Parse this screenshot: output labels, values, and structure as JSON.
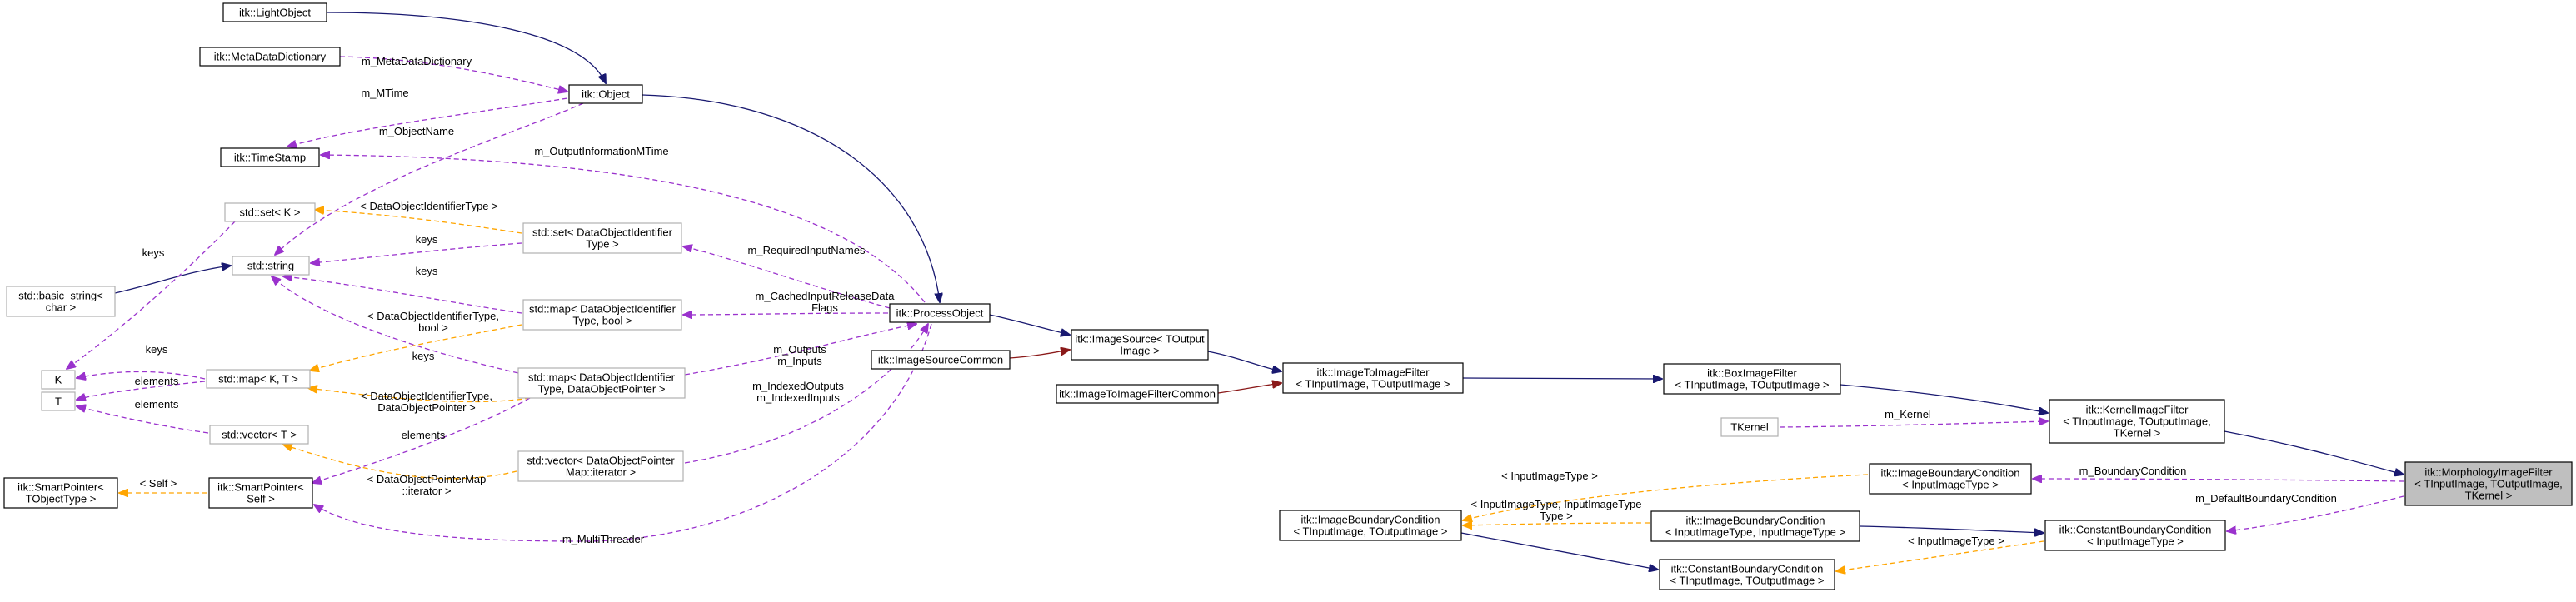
{
  "colors": {
    "inherit": "#191970",
    "private": "#8b1a1a",
    "usage": "#9a32cd",
    "template": "#ffa500",
    "focus_fill": "#bfbfbf",
    "template_border": "#b0b0b0"
  },
  "nodes": [
    {
      "id": "lightobject",
      "lines": [
        "itk::LightObject"
      ]
    },
    {
      "id": "metadatadictionary",
      "lines": [
        "itk::MetaDataDictionary"
      ]
    },
    {
      "id": "object",
      "lines": [
        "itk::Object"
      ]
    },
    {
      "id": "timestamp",
      "lines": [
        "itk::TimeStamp"
      ]
    },
    {
      "id": "stdsetK",
      "lines": [
        "std::set< K >"
      ]
    },
    {
      "id": "stdsetDOIT",
      "lines": [
        "std::set< DataObjectIdentifier",
        "Type >"
      ]
    },
    {
      "id": "basicstring",
      "lines": [
        "std::basic_string<",
        "char >"
      ]
    },
    {
      "id": "stdstring",
      "lines": [
        "std::string"
      ]
    },
    {
      "id": "stdmapbool",
      "lines": [
        "std::map< DataObjectIdentifier",
        "Type, bool >"
      ]
    },
    {
      "id": "processobject",
      "lines": [
        "itk::ProcessObject"
      ]
    },
    {
      "id": "imagesource",
      "lines": [
        "itk::ImageSource< TOutput",
        "Image >"
      ]
    },
    {
      "id": "imagesourcecommon",
      "lines": [
        "itk::ImageSourceCommon"
      ]
    },
    {
      "id": "K",
      "lines": [
        "K"
      ]
    },
    {
      "id": "stdmapKT",
      "lines": [
        "std::map< K, T >"
      ]
    },
    {
      "id": "stdmapDOP",
      "lines": [
        "std::map< DataObjectIdentifier",
        "Type, DataObjectPointer >"
      ]
    },
    {
      "id": "T",
      "lines": [
        "T"
      ]
    },
    {
      "id": "stdvectorT",
      "lines": [
        "std::vector< T >"
      ]
    },
    {
      "id": "stdvectorDOPM",
      "lines": [
        "std::vector< DataObjectPointer",
        "Map::iterator >"
      ]
    },
    {
      "id": "smartpointerTObj",
      "lines": [
        "itk::SmartPointer<",
        "TObjectType >"
      ]
    },
    {
      "id": "smartpointerSelf",
      "lines": [
        "itk::SmartPointer<",
        "Self >"
      ]
    },
    {
      "id": "imagetoimagefiltercommon",
      "lines": [
        "itk::ImageToImageFilterCommon"
      ]
    },
    {
      "id": "imagetoimagefilter",
      "lines": [
        "itk::ImageToImageFilter",
        "< TInputImage, TOutputImage >"
      ]
    },
    {
      "id": "boximagefilter",
      "lines": [
        "itk::BoxImageFilter",
        "< TInputImage, TOutputImage >"
      ]
    },
    {
      "id": "kernelimagefilter",
      "lines": [
        "itk::KernelImageFilter",
        "< TInputImage, TOutputImage,",
        "TKernel >"
      ]
    },
    {
      "id": "tkernel",
      "lines": [
        "TKernel"
      ]
    },
    {
      "id": "imageboundaryconditionIIT",
      "lines": [
        "itk::ImageBoundaryCondition",
        "< InputImageType >"
      ]
    },
    {
      "id": "morphology",
      "lines": [
        "itk::MorphologyImageFilter",
        "< TInputImage, TOutputImage,",
        "TKernel >"
      ]
    },
    {
      "id": "imageboundaryconditionTT",
      "lines": [
        "itk::ImageBoundaryCondition",
        "< TInputImage, TOutputImage >"
      ]
    },
    {
      "id": "imageboundaryconditionIIT2",
      "lines": [
        "itk::ImageBoundaryCondition",
        "< InputImageType, InputImageType >"
      ]
    },
    {
      "id": "constantboundaryconditionIIT",
      "lines": [
        "itk::ConstantBoundaryCondition",
        "< InputImageType >"
      ]
    },
    {
      "id": "constantboundaryconditionTT",
      "lines": [
        "itk::ConstantBoundaryCondition",
        "< TInputImage, TOutputImage >"
      ]
    }
  ],
  "edges": [
    {
      "id": "e-lightobject-object",
      "type": "inherit",
      "labels": []
    },
    {
      "id": "e-metadata-object",
      "type": "usage",
      "labels": [
        "m_MetaDataDictionary"
      ]
    },
    {
      "id": "e-timestamp-object",
      "type": "usage",
      "labels": [
        "m_MTime"
      ]
    },
    {
      "id": "e-stdstring-object",
      "type": "usage",
      "labels": [
        "m_ObjectName"
      ]
    },
    {
      "id": "e-object-processobject",
      "type": "inherit",
      "labels": []
    },
    {
      "id": "e-timestamp-processobject",
      "type": "usage",
      "labels": [
        "m_OutputInformationMTime"
      ]
    },
    {
      "id": "e-stdsetK-stdsetDOIT",
      "type": "template",
      "labels": [
        "< DataObjectIdentifierType >"
      ]
    },
    {
      "id": "e-stdstring-stdsetDOIT",
      "type": "usage",
      "labels": [
        "keys"
      ]
    },
    {
      "id": "e-stdsetDOIT-processobject",
      "type": "usage",
      "labels": [
        "m_RequiredInputNames"
      ]
    },
    {
      "id": "e-basicstring-stdstring",
      "type": "inherit",
      "labels": []
    },
    {
      "id": "e-K-stdsetK",
      "type": "usage",
      "labels": [
        "keys"
      ]
    },
    {
      "id": "e-stdstring-stdmapbool",
      "type": "usage",
      "labels": [
        "keys"
      ]
    },
    {
      "id": "e-stdmapbool-processobject",
      "type": "usage",
      "labels": [
        "m_CachedInputReleaseData",
        "Flags"
      ]
    },
    {
      "id": "e-stdmapKT-stdmapbool",
      "type": "template",
      "labels": [
        "< DataObjectIdentifierType,",
        "bool >"
      ]
    },
    {
      "id": "e-K-stdmapKT",
      "type": "usage",
      "labels": [
        "keys"
      ]
    },
    {
      "id": "e-T-stdmapKT",
      "type": "usage",
      "labels": [
        "elements"
      ]
    },
    {
      "id": "e-stdstring-stdmapDOP",
      "type": "usage",
      "labels": [
        "keys"
      ]
    },
    {
      "id": "e-stdmapKT-stdmapDOP",
      "type": "template",
      "labels": [
        "< DataObjectIdentifierType,",
        "DataObjectPointer >"
      ]
    },
    {
      "id": "e-stdmapDOP-processobject",
      "type": "usage",
      "labels": [
        "m_Outputs",
        "m_Inputs"
      ]
    },
    {
      "id": "e-T-stdvectorT",
      "type": "usage",
      "labels": [
        "elements"
      ]
    },
    {
      "id": "e-stdvectorDOPM-processobject",
      "type": "usage",
      "labels": [
        "m_IndexedOutputs",
        "m_IndexedInputs"
      ]
    },
    {
      "id": "e-stdvectorT-stdvectorDOPM",
      "type": "template",
      "labels": [
        "< DataObjectPointerMap",
        "::iterator >"
      ]
    },
    {
      "id": "e-smartTObj-smartSelf",
      "type": "template",
      "labels": [
        "< Self >"
      ]
    },
    {
      "id": "e-smartSelf-stdmapDOP",
      "type": "usage",
      "labels": [
        "elements"
      ]
    },
    {
      "id": "e-smartSelf-processobject",
      "type": "usage",
      "labels": [
        "m_MultiThreader"
      ]
    },
    {
      "id": "e-processobject-imagesource",
      "type": "inherit",
      "labels": []
    },
    {
      "id": "e-imagesourcecommon-imagesource",
      "type": "private",
      "labels": []
    },
    {
      "id": "e-imagesource-imagetoimagefilter",
      "type": "inherit",
      "labels": []
    },
    {
      "id": "e-i2ifcommon-imagetoimagefilter",
      "type": "private",
      "labels": []
    },
    {
      "id": "e-imagetoimagefilter-boximagefilter",
      "type": "inherit",
      "labels": []
    },
    {
      "id": "e-boximagefilter-kernelimagefilter",
      "type": "inherit",
      "labels": []
    },
    {
      "id": "e-tkernel-kernelimagefilter",
      "type": "usage",
      "labels": [
        "m_Kernel"
      ]
    },
    {
      "id": "e-kernelimagefilter-morphology",
      "type": "inherit",
      "labels": []
    },
    {
      "id": "e-ibcIIT-morphology",
      "type": "usage",
      "labels": [
        "m_BoundaryCondition"
      ]
    },
    {
      "id": "e-cbcIIT-morphology",
      "type": "usage",
      "labels": [
        "m_DefaultBoundaryCondition"
      ]
    },
    {
      "id": "e-ibcTT-ibcIIT",
      "type": "template",
      "labels": [
        "< InputImageType >"
      ]
    },
    {
      "id": "e-ibcTT-ibcIIT2",
      "type": "template",
      "labels": [
        "< InputImageType, InputImageType",
        "Type >"
      ]
    },
    {
      "id": "e-ibcIIT2-cbcIIT",
      "type": "inherit",
      "labels": []
    },
    {
      "id": "e-ibcTT-cbcTT",
      "type": "inherit",
      "labels": []
    },
    {
      "id": "e-cbcTT-cbcIIT",
      "type": "template",
      "labels": [
        "< InputImageType >"
      ]
    }
  ]
}
